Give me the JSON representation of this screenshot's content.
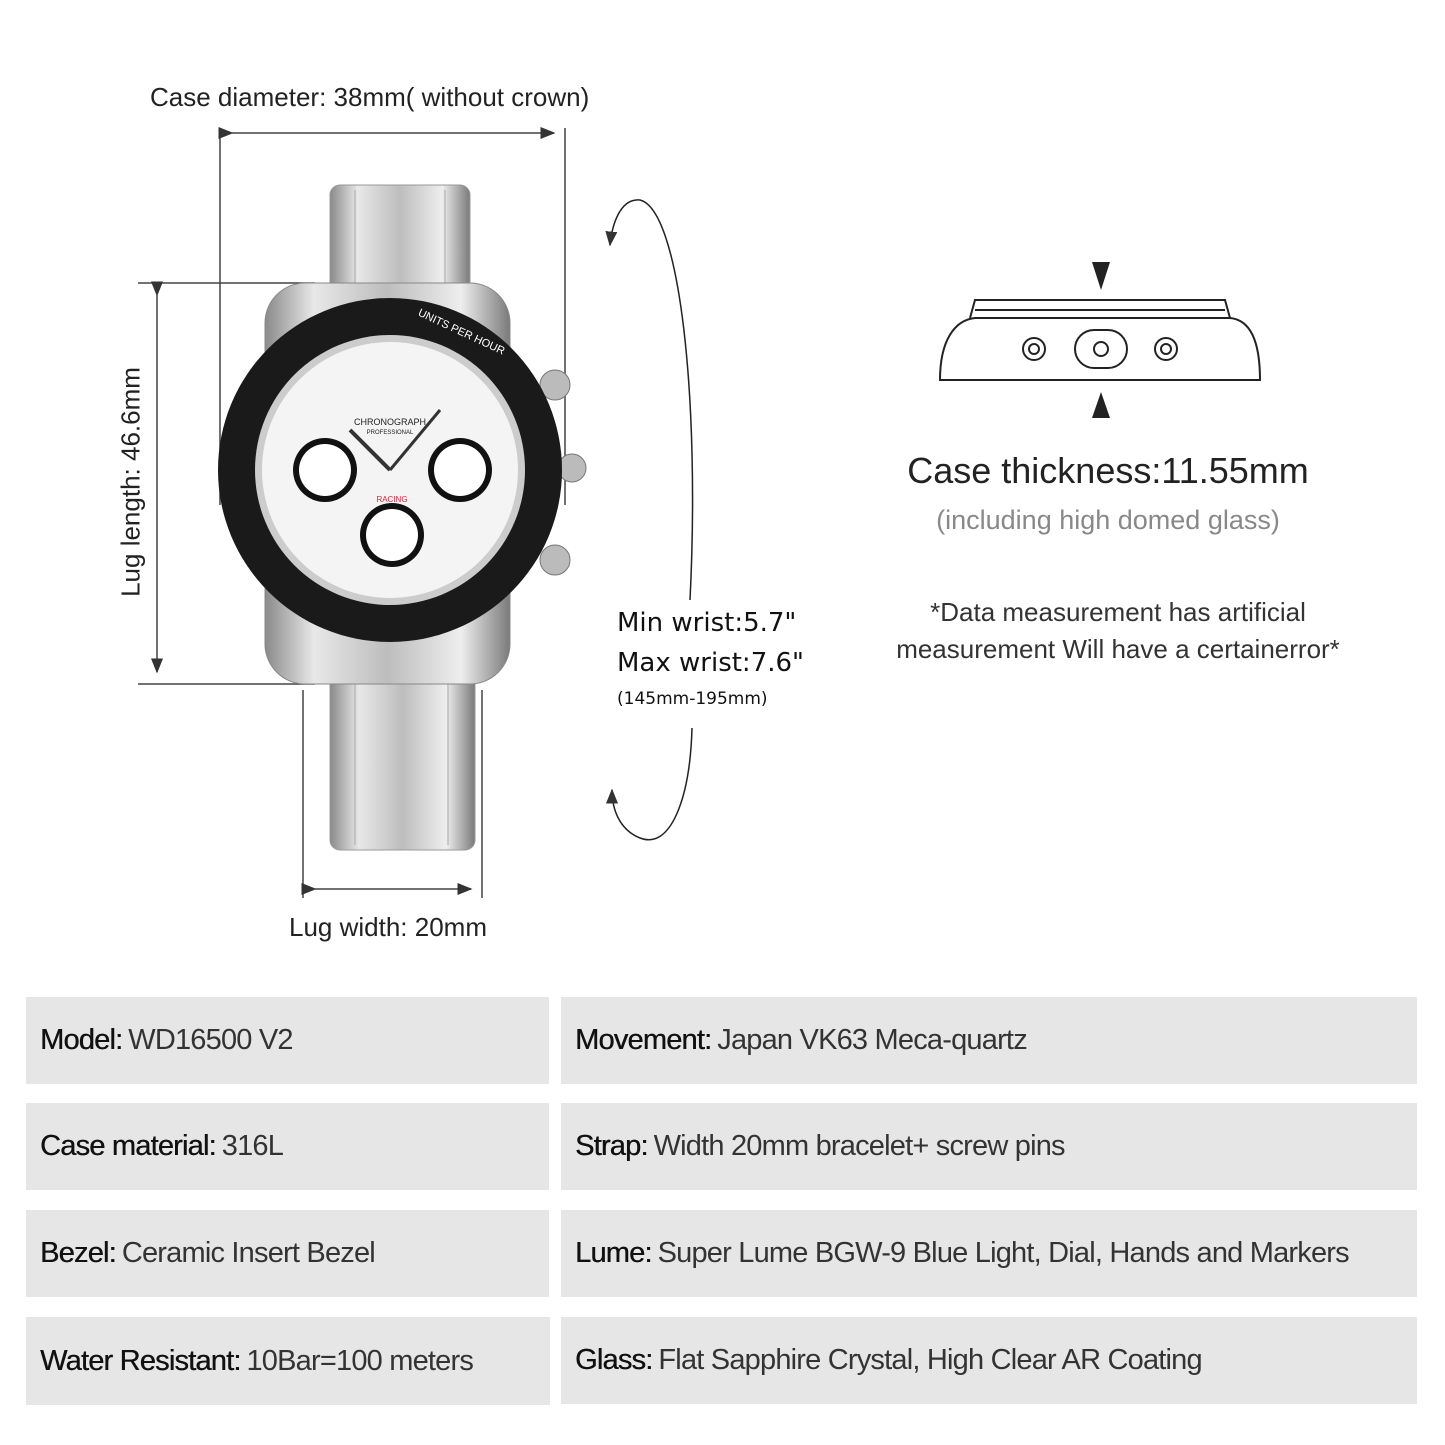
{
  "dimensions": {
    "case_diameter": "Case diameter: 38mm( without crown)",
    "lug_length": "Lug length: 46.6mm",
    "lug_width": "Lug width: 20mm",
    "min_wrist": "Min wrist:5.7\"",
    "max_wrist": "Max wrist:7.6\"",
    "wrist_range": "(145mm-195mm)",
    "case_thickness": "Case thickness:11.55mm",
    "case_thickness_note": "(including high domed glass)",
    "disclaimer_line1": "*Data measurement has artificial",
    "disclaimer_line2": "measurement Will have a certainerror*"
  },
  "watch_dial": {
    "brand_line1": "CHRONOGRAPH",
    "brand_line2": "PROFESSIONAL",
    "racing": "RACING",
    "bezel_text": "UNITS PER HOUR",
    "dial_color": "#f4f4f4",
    "bezel_color": "#1a1a1a",
    "accent_color": "#e0203a"
  },
  "specs": [
    {
      "label": "Model:",
      "value": "WD16500 V2"
    },
    {
      "label": "Movement:",
      "value": "Japan VK63 Meca-quartz"
    },
    {
      "label": "Case material:",
      "value": "316L"
    },
    {
      "label": "Strap:",
      "value": "Width 20mm bracelet+ screw pins"
    },
    {
      "label": "Bezel:",
      "value": "Ceramic Insert Bezel"
    },
    {
      "label": "Lume:",
      "value": "Super Lume BGW-9 Blue Light, Dial, Hands and Markers"
    },
    {
      "label": "Water Resistant:",
      "value": "10Bar=100 meters"
    },
    {
      "label": "Glass:",
      "value": "Flat Sapphire Crystal, High Clear AR Coating"
    }
  ],
  "colors": {
    "spec_background": "#e6e6e6",
    "text": "#222222",
    "muted_text": "#888888"
  }
}
